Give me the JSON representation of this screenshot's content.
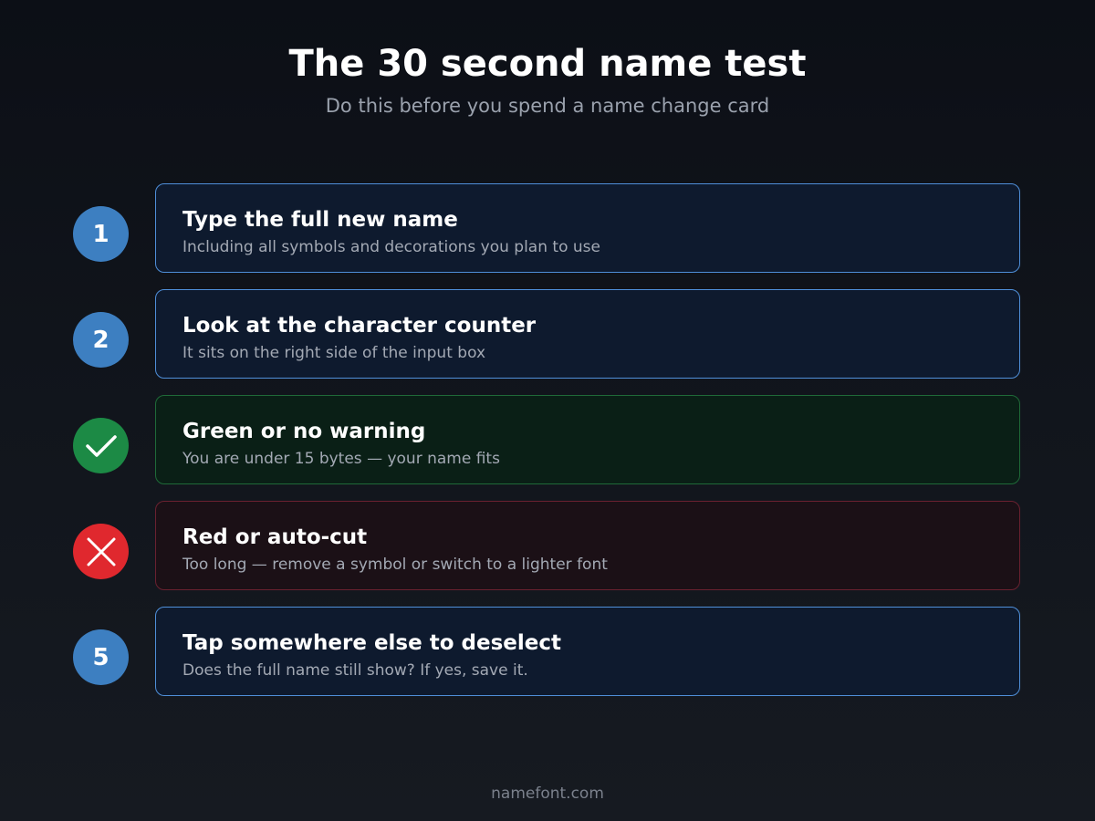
{
  "header": {
    "title": "The 30 second name test",
    "subtitle": "Do this before you spend a name change card"
  },
  "colors": {
    "blue_badge": "#3d7fc1",
    "green_badge": "#1c8a45",
    "red_badge": "#e0282e",
    "blue_card_bg": "#0e1a2e",
    "blue_card_border": "#4f8fd9",
    "green_card_bg": "#0a1f16",
    "green_card_border": "#1f6a38",
    "red_card_bg": "#1b1016",
    "red_card_border": "#6a2130"
  },
  "steps": [
    {
      "badge_label": "1",
      "badge_icon": "",
      "variant": "blue",
      "title": "Type the full new name",
      "description": "Including all symbols and decorations you plan to use"
    },
    {
      "badge_label": "2",
      "badge_icon": "",
      "variant": "blue",
      "title": "Look at the character counter",
      "description": "It sits on the right side of the input box"
    },
    {
      "badge_label": "",
      "badge_icon": "checkmark-icon",
      "variant": "green",
      "title": "Green or no warning",
      "description": "You are under 15 bytes — your name fits"
    },
    {
      "badge_label": "",
      "badge_icon": "cross-icon",
      "variant": "red",
      "title": "Red or auto-cut",
      "description": "Too long — remove a symbol or switch to a lighter font"
    },
    {
      "badge_label": "5",
      "badge_icon": "",
      "variant": "blue",
      "title": "Tap somewhere else to deselect",
      "description": "Does the full name still show? If yes, save it."
    }
  ],
  "footer": {
    "site": "namefont.com"
  }
}
